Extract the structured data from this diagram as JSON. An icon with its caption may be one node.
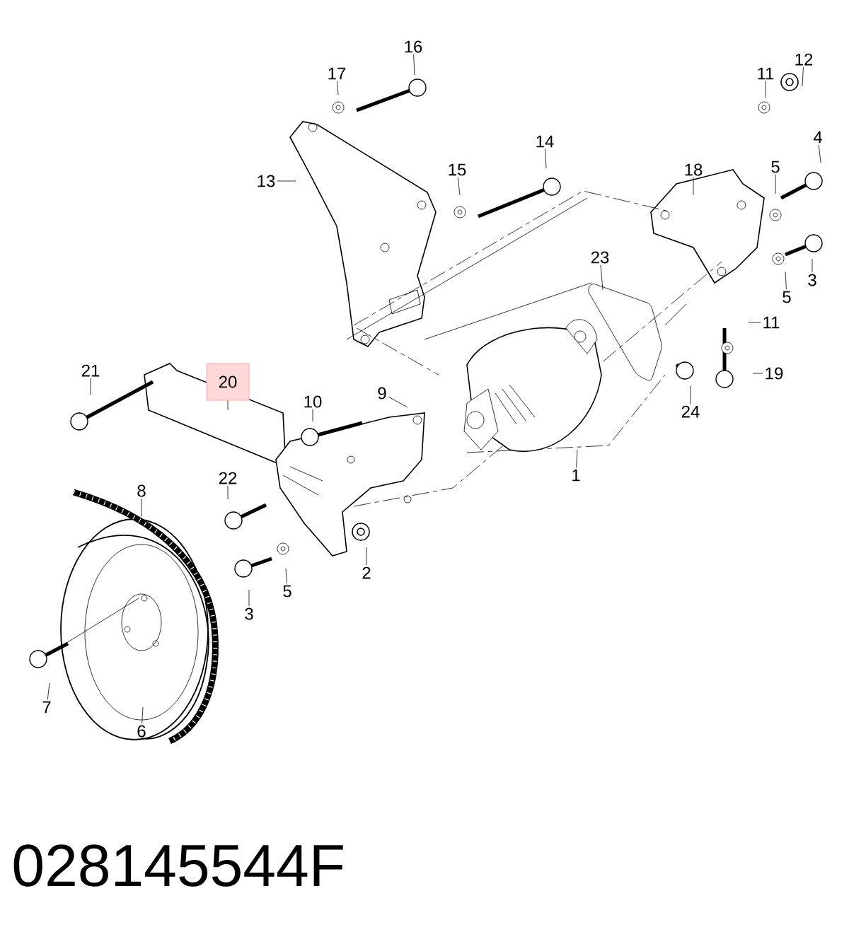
{
  "diagram": {
    "nodes": [
      {
        "text": [
          "16"
        ]
      },
      {
        "text": [
          "17"
        ]
      },
      {
        "text": [
          "11"
        ]
      },
      {
        "text": [
          "12"
        ]
      },
      {
        "text": [
          "14"
        ]
      },
      {
        "text": [
          "4"
        ]
      },
      {
        "text": [
          "13"
        ]
      },
      {
        "text": [
          "15"
        ]
      },
      {
        "text": [
          "18"
        ]
      },
      {
        "text": [
          "5"
        ]
      },
      {
        "text": [
          "3"
        ]
      },
      {
        "text": [
          "23"
        ]
      },
      {
        "text": [
          "5"
        ]
      },
      {
        "text": [
          "11"
        ]
      },
      {
        "text": [
          "21"
        ]
      },
      {
        "text": [
          "20"
        ]
      },
      {
        "text": [
          "10"
        ]
      },
      {
        "text": [
          "9"
        ]
      },
      {
        "text": [
          "19"
        ]
      },
      {
        "text": [
          "24"
        ]
      },
      {
        "text": [
          "1"
        ]
      },
      {
        "text": [
          "22"
        ]
      },
      {
        "text": [
          "8"
        ]
      },
      {
        "text": [
          "2"
        ]
      },
      {
        "text": [
          "5"
        ]
      },
      {
        "text": [
          "3"
        ]
      },
      {
        "text": [
          "7"
        ]
      },
      {
        "text": [
          "6"
        ]
      }
    ],
    "edges": [
      {
        "from": 0,
        "to": null,
        "arrow": "none"
      },
      {
        "from": 1,
        "to": null,
        "arrow": "none"
      },
      {
        "from": 2,
        "to": null,
        "arrow": "none"
      },
      {
        "from": 3,
        "to": null,
        "arrow": "none"
      },
      {
        "from": 4,
        "to": null,
        "arrow": "none"
      },
      {
        "from": 5,
        "to": null,
        "arrow": "none"
      },
      {
        "from": 6,
        "to": null,
        "arrow": "none"
      },
      {
        "from": 7,
        "to": null,
        "arrow": "none"
      },
      {
        "from": 8,
        "to": null,
        "arrow": "none"
      },
      {
        "from": 9,
        "to": null,
        "arrow": "none"
      },
      {
        "from": 10,
        "to": null,
        "arrow": "none"
      },
      {
        "from": 11,
        "to": null,
        "arrow": "none"
      },
      {
        "from": 12,
        "to": null,
        "arrow": "none"
      },
      {
        "from": 13,
        "to": null,
        "arrow": "none"
      },
      {
        "from": 14,
        "to": null,
        "arrow": "none"
      },
      {
        "from": 15,
        "to": null,
        "arrow": "none"
      },
      {
        "from": 16,
        "to": null,
        "arrow": "none"
      },
      {
        "from": 17,
        "to": null,
        "arrow": "none"
      },
      {
        "from": 18,
        "to": null,
        "arrow": "none"
      },
      {
        "from": 19,
        "to": null,
        "arrow": "none"
      },
      {
        "from": 20,
        "to": null,
        "arrow": "none"
      },
      {
        "from": 21,
        "to": null,
        "arrow": "none"
      },
      {
        "from": 22,
        "to": null,
        "arrow": "none"
      },
      {
        "from": 23,
        "to": null,
        "arrow": "none"
      },
      {
        "from": 24,
        "to": null,
        "arrow": "none"
      },
      {
        "from": 25,
        "to": null,
        "arrow": "none"
      },
      {
        "from": 26,
        "to": null,
        "arrow": "none"
      },
      {
        "from": 27,
        "to": null,
        "arrow": "none"
      }
    ],
    "labels": [
      "028145544F"
    ]
  }
}
